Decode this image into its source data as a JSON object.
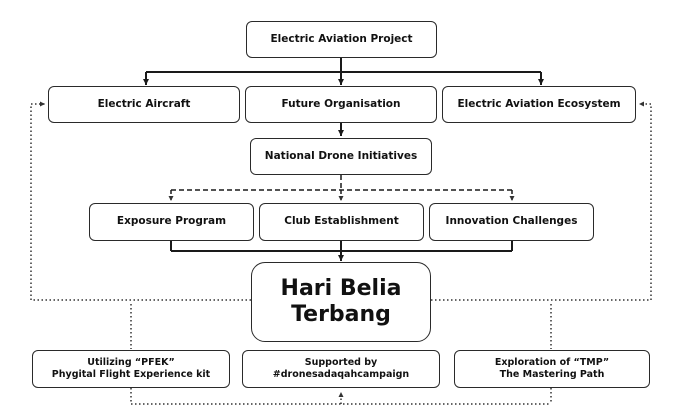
{
  "nodes": {
    "project": "Electric Aviation Project",
    "aircraft": "Electric Aircraft",
    "future": "Future Organisation",
    "ecosystem": "Electric Aviation Ecosystem",
    "drone": "National Drone Initiatives",
    "exposure": "Exposure Program",
    "club": "Club Establishment",
    "innovation": "Innovation Challenges",
    "hero_line1": "Hari Belia",
    "hero_line2": "Terbang",
    "pfek_line1": "Utilizing “PFEK”",
    "pfek_line2": "Phygital Flight Experience kit",
    "supported_line1": "Supported by",
    "supported_line2": "#dronesadaqahcampaign",
    "tmp_line1": "Exploration of “TMP”",
    "tmp_line2": "The Mastering Path"
  },
  "colors": {
    "line": "#1a1a1a",
    "dotted": "#555555"
  }
}
